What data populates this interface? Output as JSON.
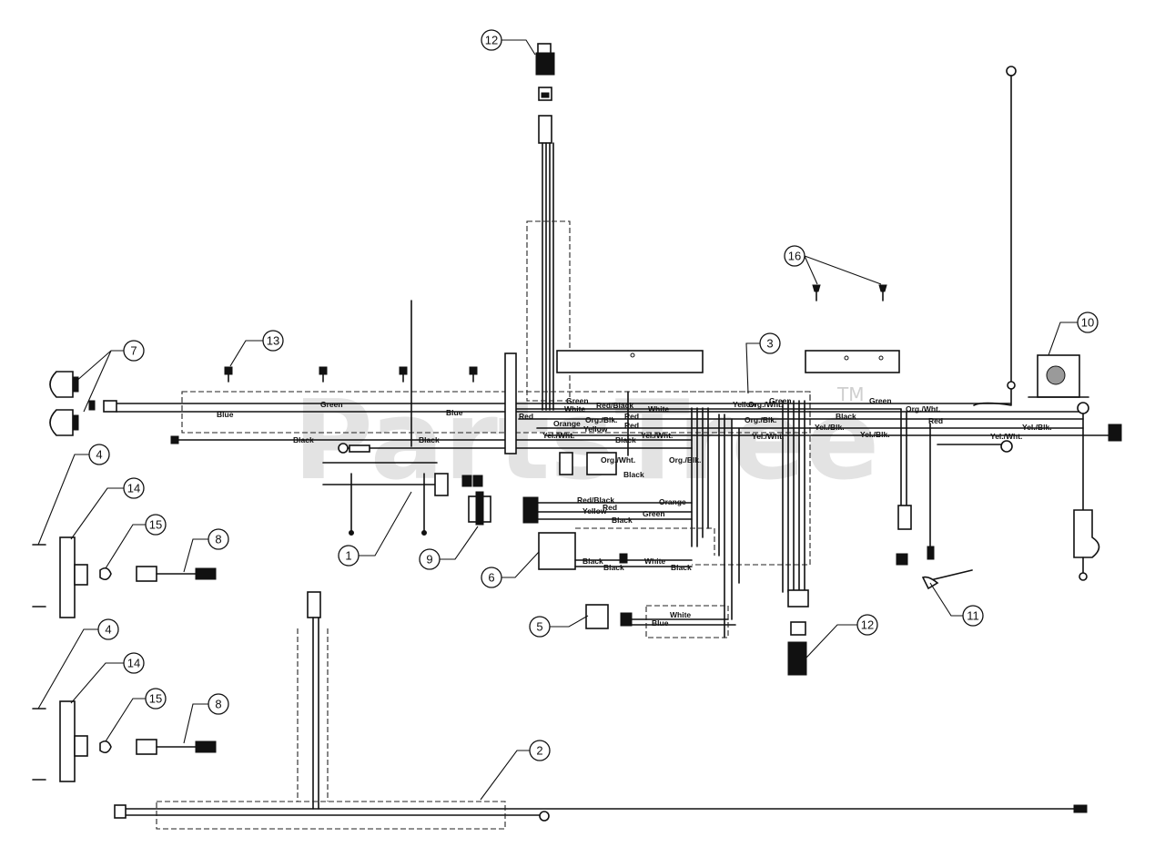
{
  "watermark": {
    "text": "PartsTree",
    "mark": "TM"
  },
  "wire_labels": {
    "green": "Green",
    "blue": "Blue",
    "black": "Black",
    "red": "Red",
    "white": "White",
    "yellow": "Yellow",
    "orange": "Orange",
    "red_black": "Red/Black",
    "org_wht": "Org./Wht.",
    "org_blk": "Org./Blk.",
    "yel_wht": "Yel./Wht.",
    "yel_blk": "Yel./Blk."
  },
  "callouts": {
    "c1": "1",
    "c2": "2",
    "c3": "3",
    "c4a": "4",
    "c4b": "4",
    "c5": "5",
    "c6": "6",
    "c7": "7",
    "c8a": "8",
    "c8b": "8",
    "c9": "9",
    "c10": "10",
    "c11": "11",
    "c12a": "12",
    "c12b": "12",
    "c13": "13",
    "c14a": "14",
    "c14b": "14",
    "c15a": "15",
    "c15b": "15",
    "c16": "16"
  }
}
